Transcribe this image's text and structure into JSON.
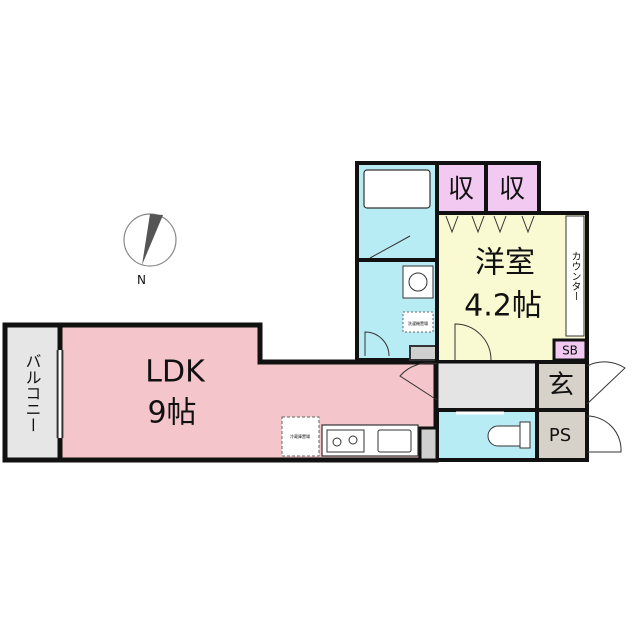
{
  "rooms": {
    "ldk": {
      "name": "LDK",
      "size": "9帖",
      "color": "#f4c6cb"
    },
    "western": {
      "name": "洋室",
      "size": "4.2帖",
      "color": "#fafad2"
    },
    "storage_left": {
      "label": "収",
      "color": "#f2c9f0"
    },
    "storage_right": {
      "label": "収",
      "color": "#f2c9f0"
    },
    "bath_color": "#b8ecf5",
    "balcony": {
      "label": "バルコニー",
      "color": "#e6e6e6"
    },
    "entrance": {
      "label": "玄",
      "color": "#d7d2c9"
    },
    "ps": {
      "label": "PS",
      "color": "#d7d2c9"
    },
    "sb": {
      "label": "SB",
      "color": "#f2c9f0"
    },
    "hall_color": "#e4e4e4"
  },
  "labels": {
    "counter": "カウンター",
    "compass_n": "N",
    "washer": "洗濯機置場",
    "fridge": "冷蔵庫置場"
  }
}
